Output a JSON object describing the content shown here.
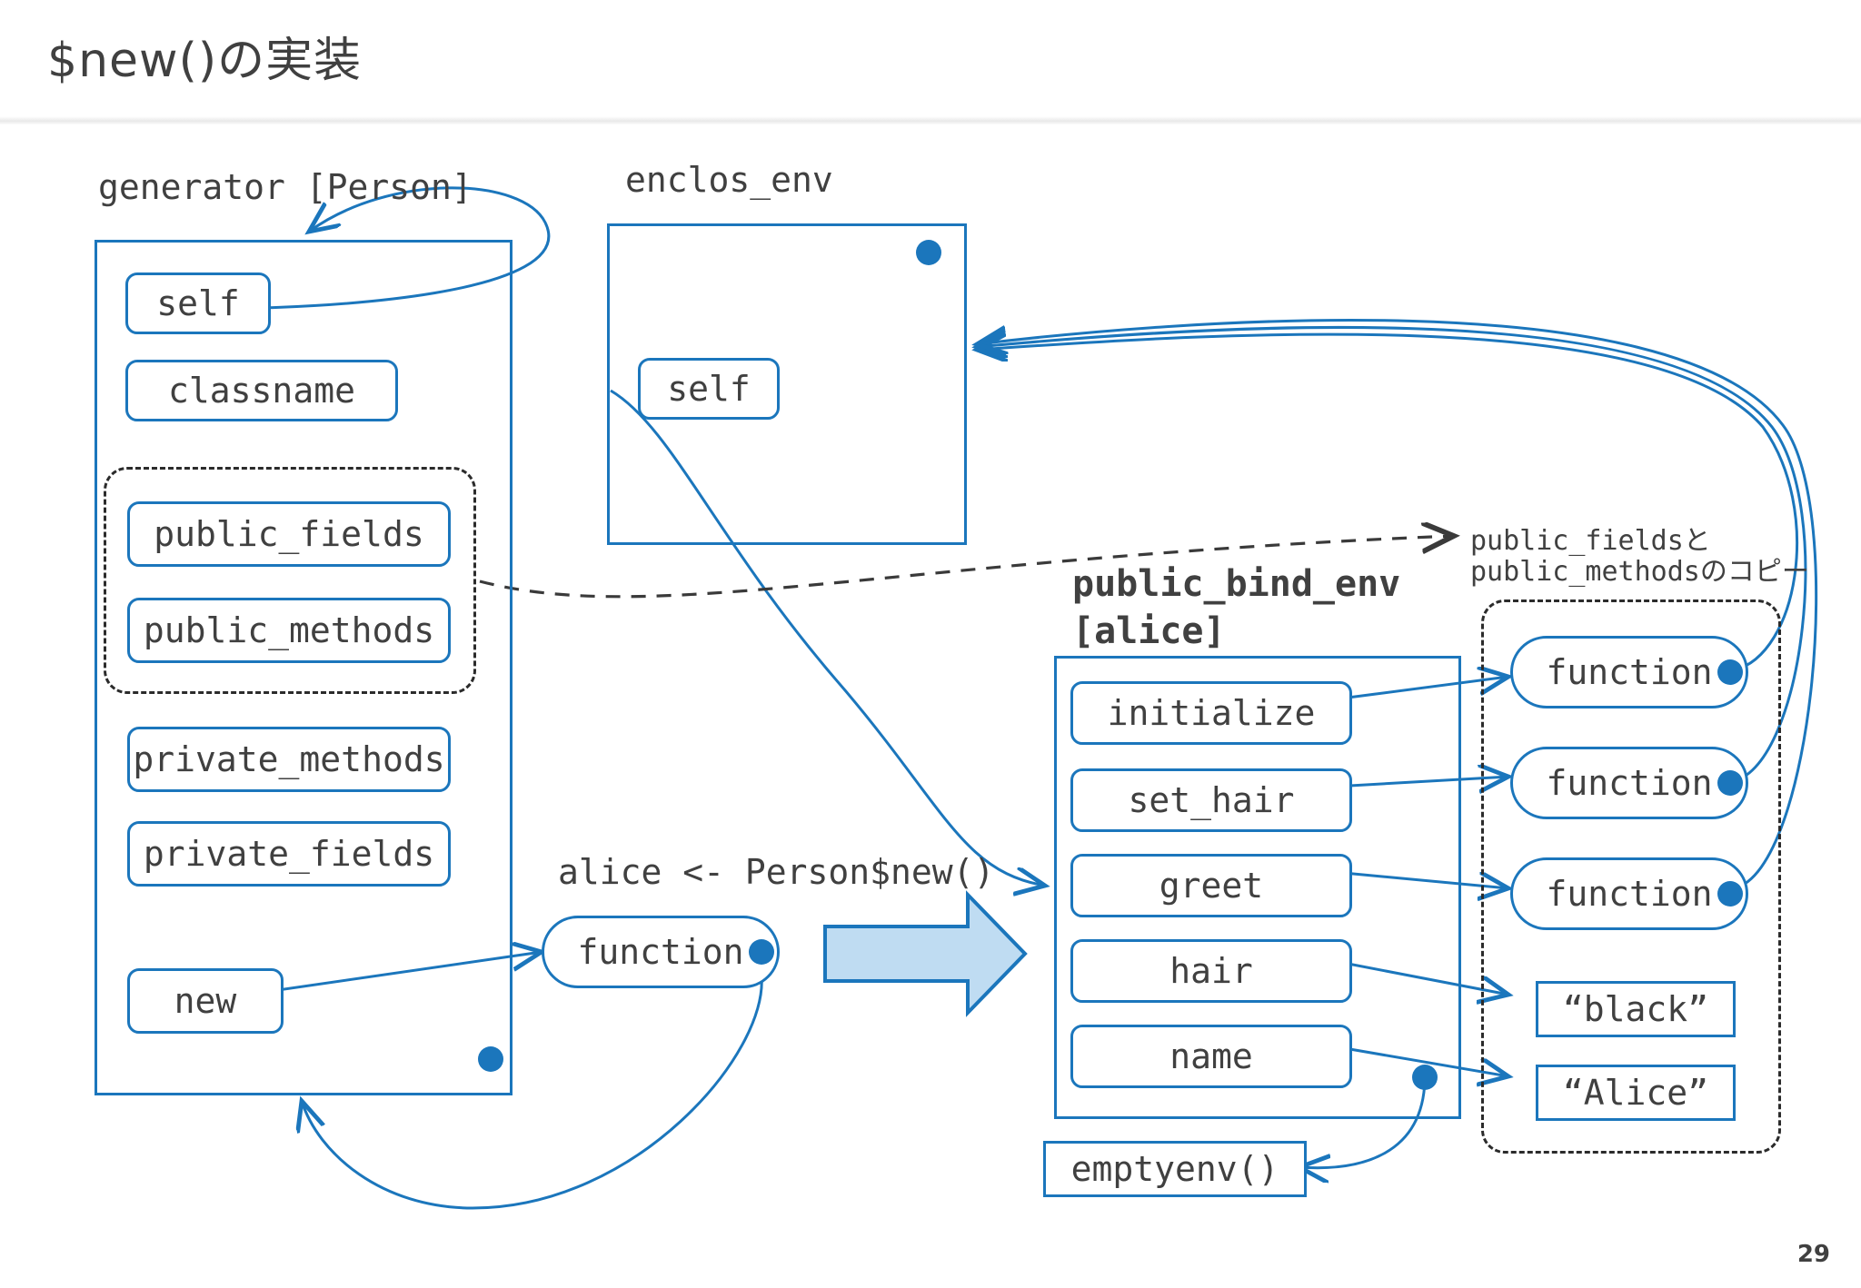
{
  "slide": {
    "title": "$new()の実装",
    "page_number": "29"
  },
  "colors": {
    "accent_blue": "#1b76bc",
    "arrow_fill": "#bfdcf2",
    "text_gray": "#404040",
    "dashed_gray": "#2b2b2b"
  },
  "generator": {
    "caption": "generator [Person]",
    "slots": [
      {
        "label": "self"
      },
      {
        "label": "classname"
      },
      {
        "label": "public_fields"
      },
      {
        "label": "public_methods"
      },
      {
        "label": "private_methods"
      },
      {
        "label": "private_fields"
      },
      {
        "label": "new"
      }
    ],
    "dashed_group_members": [
      "public_fields",
      "public_methods"
    ],
    "env_dot": "parent-env-dot"
  },
  "enclos_env": {
    "caption": "enclos_env",
    "slots": [
      {
        "label": "self"
      }
    ],
    "env_dot": "parent-env-dot"
  },
  "new_call": {
    "expression": "alice <- Person$new()",
    "function_pill": "function"
  },
  "public_bind_env": {
    "caption_line1": "public_bind_env",
    "caption_line2": "[alice]",
    "slots": [
      {
        "label": "initialize"
      },
      {
        "label": "set_hair"
      },
      {
        "label": "greet"
      },
      {
        "label": "hair"
      },
      {
        "label": "name"
      }
    ],
    "env_dot": "parent-env-dot"
  },
  "copies": {
    "caption_line1": "public_fieldsと",
    "caption_line2": "public_methodsのコピー",
    "function_pills": [
      "function",
      "function",
      "function"
    ],
    "value_boxes": [
      "“black”",
      "“Alice”"
    ]
  },
  "emptyenv": {
    "label": "emptyenv()"
  },
  "icons": {
    "env_pointer_dot": "filled-circle-icon",
    "big_arrow": "right-arrow-icon",
    "dashed_arrow": "dashed-right-arrow-icon"
  }
}
